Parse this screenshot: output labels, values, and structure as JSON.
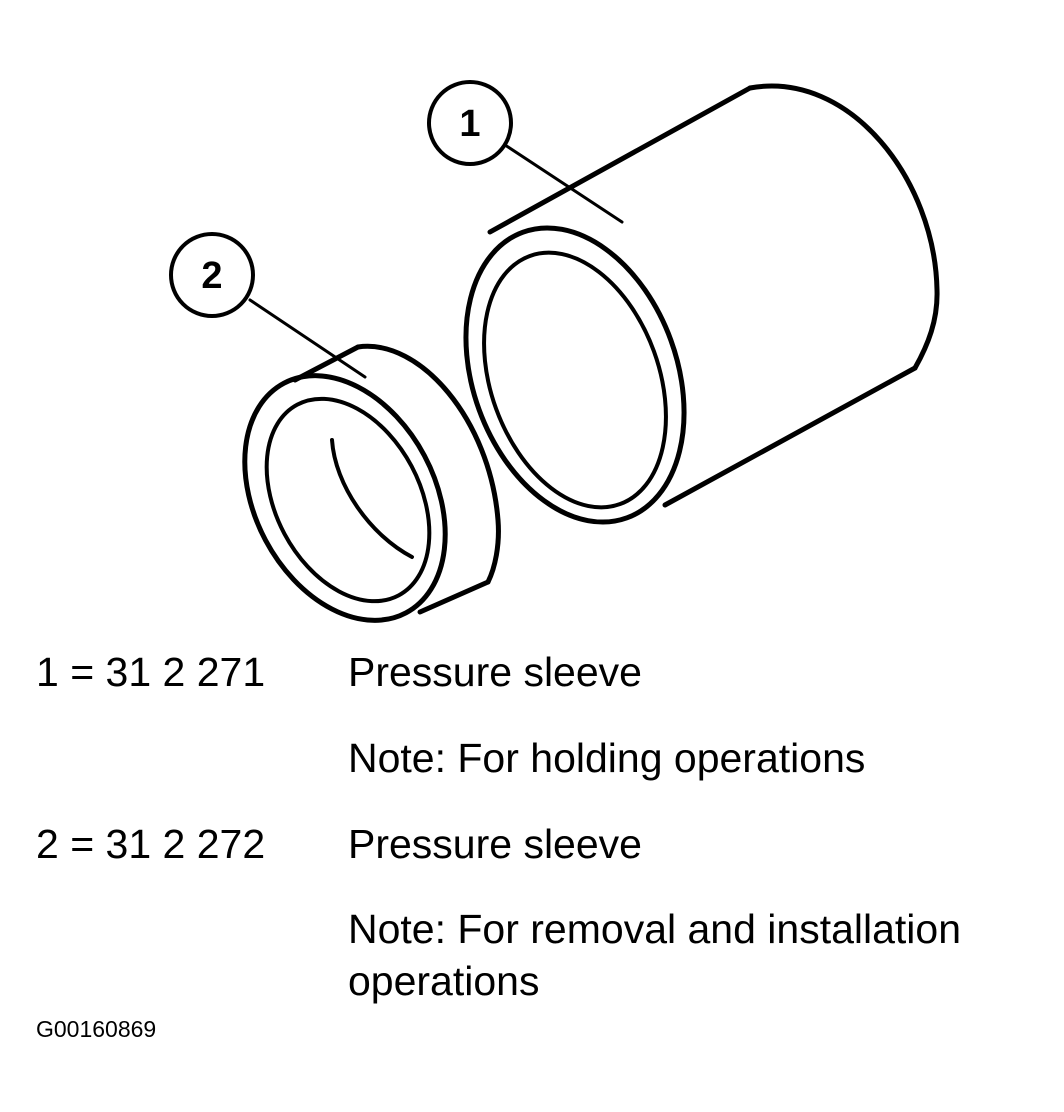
{
  "diagram": {
    "callouts": [
      {
        "id": "1",
        "label": "1"
      },
      {
        "id": "2",
        "label": "2"
      }
    ],
    "stroke_color": "#000000",
    "background_color": "#ffffff"
  },
  "legend": [
    {
      "key": "1 = 31 2 271",
      "description": "Pressure sleeve",
      "note": "Note: For holding operations"
    },
    {
      "key": "2 = 31 2 272",
      "description": "Pressure sleeve",
      "note": "Note: For removal and installation operations"
    }
  ],
  "figure_id": "G00160869"
}
